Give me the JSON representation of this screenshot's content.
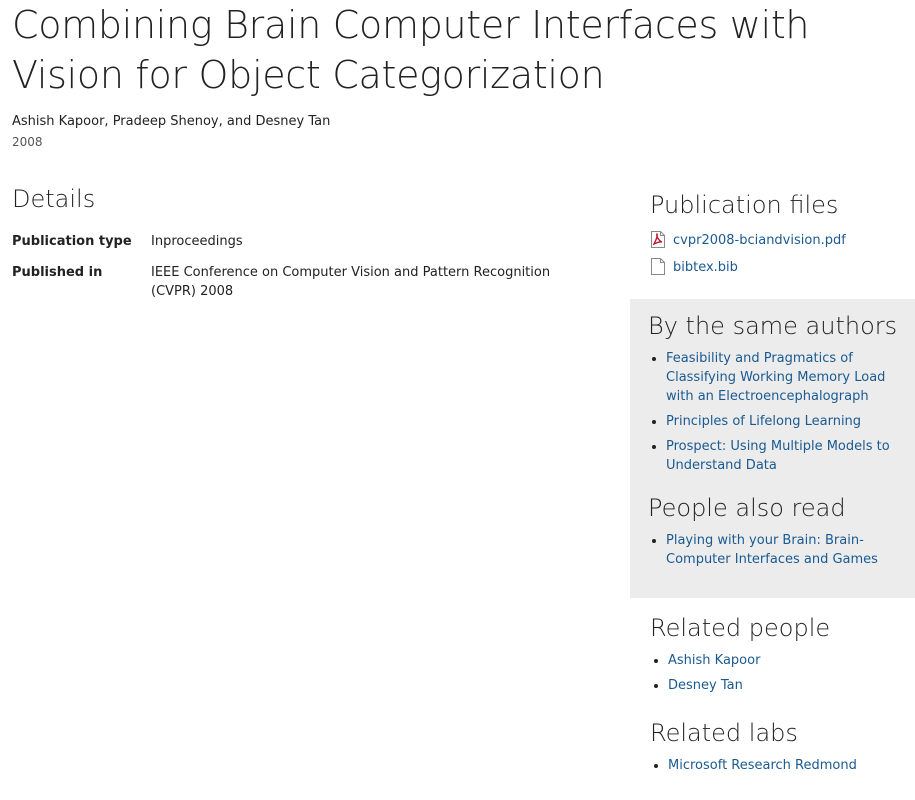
{
  "publication": {
    "title": "Combining Brain Computer Interfaces with Vision for Object Categorization",
    "authors": "Ashish Kapoor, Pradeep Shenoy, and Desney Tan",
    "year": "2008"
  },
  "details": {
    "heading": "Details",
    "rows": [
      {
        "key": "Publication type",
        "value": "Inproceedings"
      },
      {
        "key": "Published in",
        "value": "IEEE Conference on Computer Vision and Pattern Recognition (CVPR) 2008"
      }
    ]
  },
  "files": {
    "heading": "Publication files",
    "items": [
      {
        "name": "cvpr2008-bciandvision.pdf",
        "icon": "pdf-file-icon"
      },
      {
        "name": "bibtex.bib",
        "icon": "text-file-icon"
      }
    ]
  },
  "same_authors": {
    "heading": "By the same authors",
    "items": [
      "Feasibility and Pragmatics of Classifying Working Memory Load with an Electroencephalograph",
      "Principles of Lifelong Learning",
      "Prospect: Using Multiple Models to Understand Data"
    ]
  },
  "also_read": {
    "heading": "People also read",
    "items": [
      "Playing with your Brain: Brain-Computer Interfaces and Games"
    ]
  },
  "related_people": {
    "heading": "Related people",
    "items": [
      "Ashish Kapoor",
      "Desney Tan"
    ]
  },
  "related_labs": {
    "heading": "Related labs",
    "items": [
      "Microsoft Research Redmond"
    ]
  },
  "colors": {
    "link": "#1a5a91",
    "sidebar_bg": "#ececec",
    "pdf_icon": "#c8102e"
  }
}
